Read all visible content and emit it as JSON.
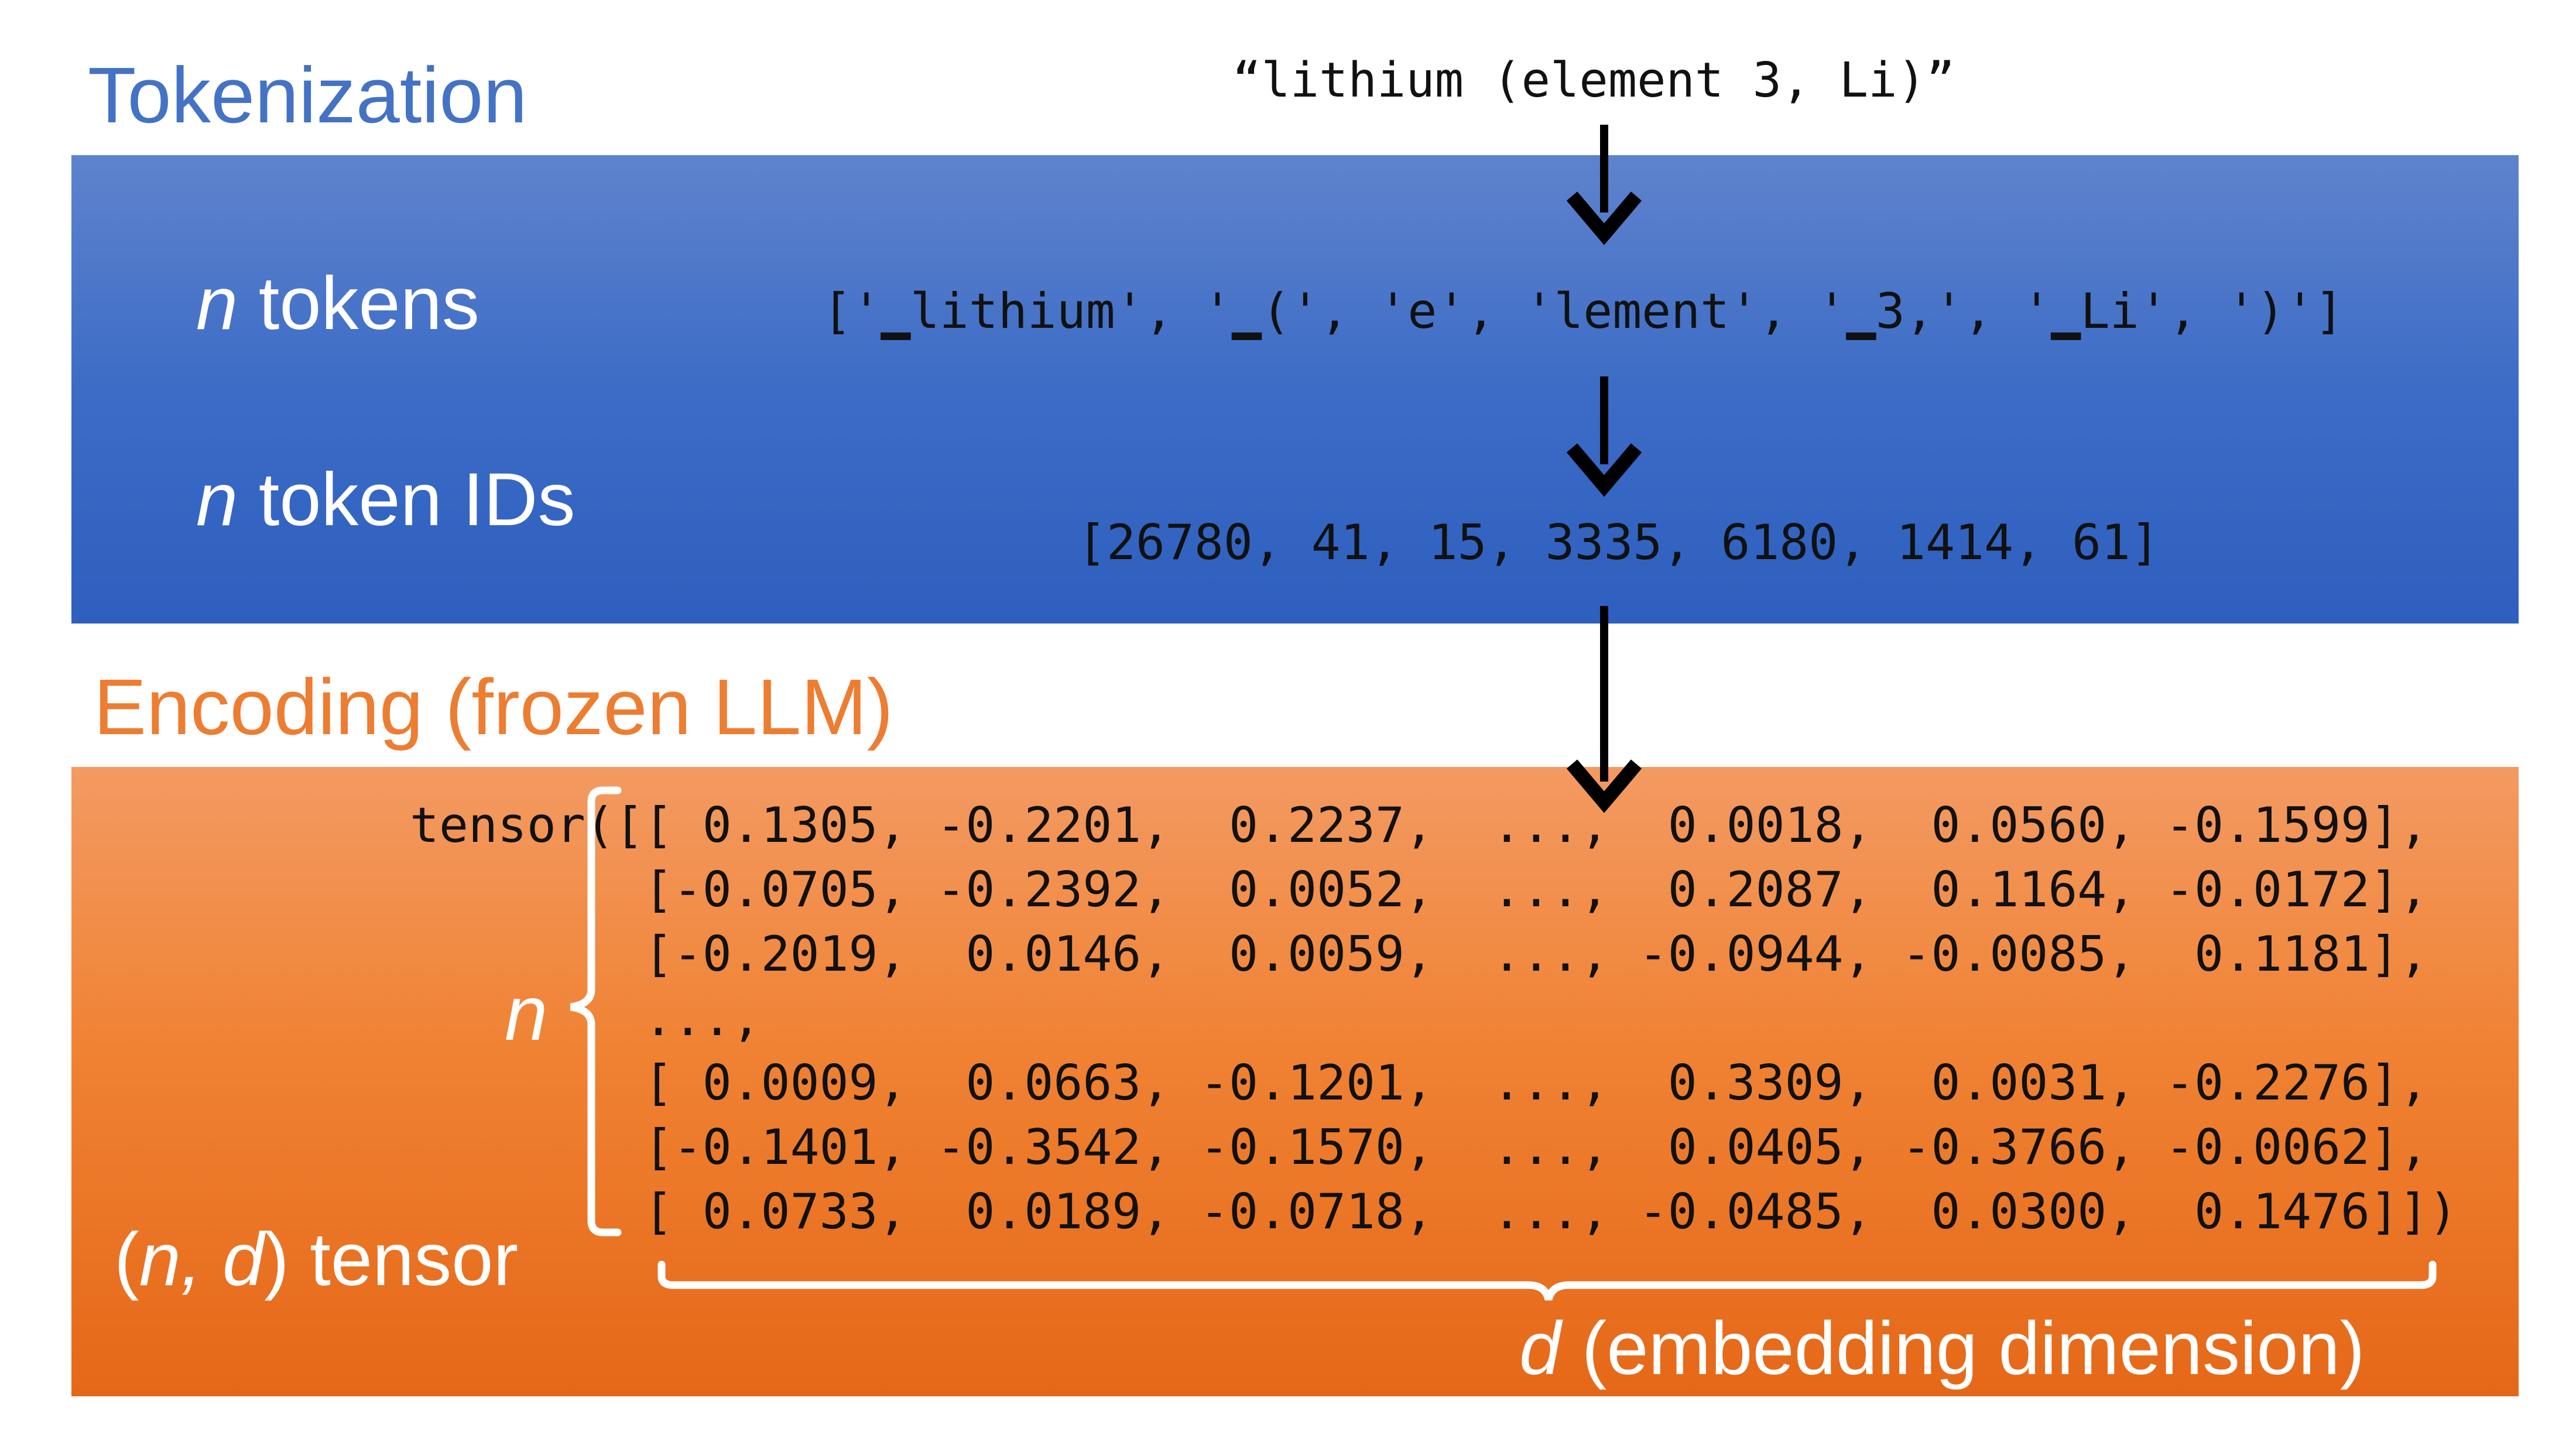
{
  "tokenization": {
    "title": "Tokenization",
    "input_string": "“lithium (element 3, Li)”",
    "tokens_label_var": "n",
    "tokens_label_text": " tokens",
    "tokens": "['▁lithium', '▁(', 'e', 'lement', '▁3,', '▁Li', ')']",
    "ids_label_var": "n",
    "ids_label_text": " token IDs",
    "token_ids": "[26780, 41, 15, 3335, 6180, 1414, 61]"
  },
  "encoding": {
    "title": "Encoding (frozen LLM)",
    "tensor_text": "tensor([[ 0.1305, -0.2201,  0.2237,  ...,  0.0018,  0.0560, -0.1599],\n        [-0.0705, -0.2392,  0.0052,  ...,  0.2087,  0.1164, -0.0172],\n        [-0.2019,  0.0146,  0.0059,  ..., -0.0944, -0.0085,  0.1181],\n        ...,\n        [ 0.0009,  0.0663, -0.1201,  ...,  0.3309,  0.0031, -0.2276],\n        [-0.1401, -0.3542, -0.1570,  ...,  0.0405, -0.3766, -0.0062],\n        [ 0.0733,  0.0189, -0.0718,  ..., -0.0485,  0.0300,  0.1476]])",
    "n_label": "n",
    "shape_open": "(",
    "shape_n": "n",
    "shape_comma": ", ",
    "shape_d": "d",
    "shape_close": ") tensor",
    "d_var": "d",
    "d_text": " (embedding dimension)"
  },
  "colors": {
    "tokenization_title": "#4472c4",
    "encoding_title": "#ed7d31",
    "blue_panel": "#3c6cc6",
    "orange_panel": "#f08233",
    "arrow": "#000000"
  }
}
